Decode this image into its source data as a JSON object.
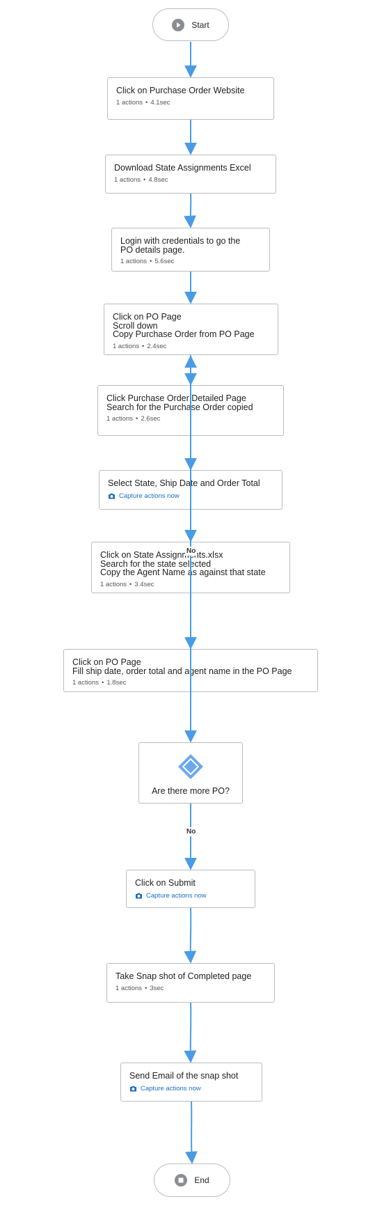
{
  "flow": {
    "start_label": "Start",
    "end_label": "End",
    "steps": [
      {
        "title": "Click on Purchase Order Website",
        "actions": "1 actions",
        "time": "4.1sec"
      },
      {
        "title": "Download State Assignments Excel",
        "actions": "1 actions",
        "time": "4.8sec"
      },
      {
        "title": "Login with credentials to go the\nPO details page.",
        "actions": "1 actions",
        "time": "5.6sec"
      },
      {
        "title": "Click on PO Page\nScroll down\nCopy Purchase Order from PO Page",
        "actions": "1 actions",
        "time": "2.4sec"
      },
      {
        "title": "Click  Purchase Order Detailed Page\nSearch for the Purchase Order copied",
        "actions": "1 actions",
        "time": "2.6sec"
      },
      {
        "title": "Select State, Ship Date and Order Total",
        "capture": "Capture actions now"
      },
      {
        "title": "Click on State Assignments.xlsx\nSearch for the state selected\nCopy the Agent Name as against that state",
        "actions": "1 actions",
        "time": "3.4sec"
      },
      {
        "title": "Click on PO Page\nFill ship date, order total and agent name in the PO Page",
        "actions": "1 actions",
        "time": "1.8sec"
      },
      {
        "title": "Click on Submit",
        "capture": "Capture actions now"
      },
      {
        "title": "Take Snap shot of Completed page",
        "actions": "1 actions",
        "time": "3sec"
      },
      {
        "title": "Send Email of the snap shot",
        "capture": "Capture actions now"
      }
    ],
    "decision": {
      "question": "Are there more PO?"
    },
    "edge_labels": {
      "loop": "No",
      "exit": "No"
    },
    "colors": {
      "connector": "#4a9be6",
      "diamond": "#6aa9ee",
      "border": "#b9bcc1",
      "capture_link": "#1a6ec4",
      "icon_gray": "#8a8d91"
    }
  }
}
